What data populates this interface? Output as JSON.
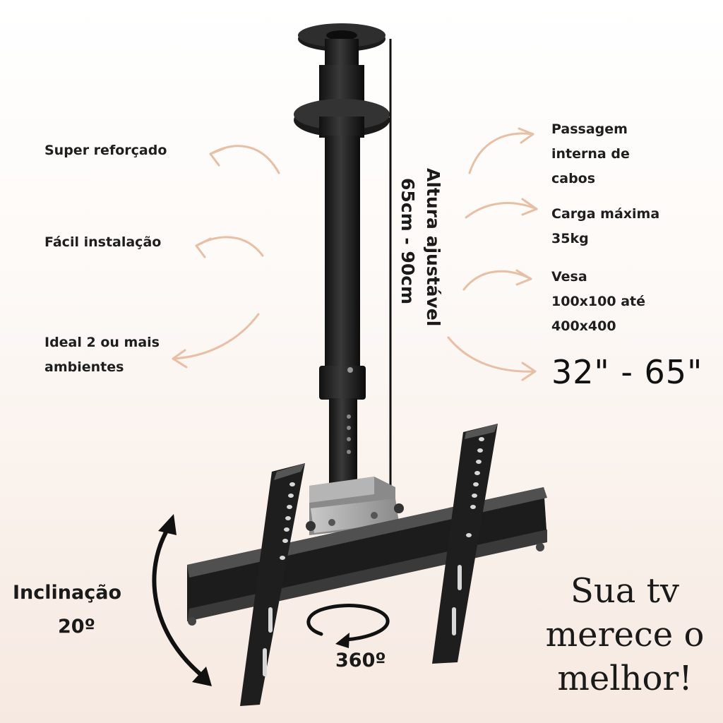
{
  "features_left": {
    "reinforced": "Super reforçado",
    "install": "Fácil instalação",
    "ideal_line1": "Ideal 2 ou mais",
    "ideal_line2": "ambientes"
  },
  "features_right": {
    "cables_line1": "Passagem",
    "cables_line2": "interna de",
    "cables_line3": "cabos",
    "load_line1": "Carga máxima",
    "load_line2": "35kg",
    "vesa_line1": "Vesa",
    "vesa_line2": "100x100 até",
    "vesa_line3": "400x400",
    "size_range": "32\" - 65\""
  },
  "height": {
    "label": "Altura ajustável",
    "range": "65cm - 90cm"
  },
  "tilt": {
    "label": "Inclinação",
    "value": "20º"
  },
  "rotation": {
    "value": "360º"
  },
  "slogan": {
    "line1": "Sua tv",
    "line2": "merece o",
    "line3": "melhor!"
  },
  "colors": {
    "arrow": "#e8bfa5",
    "metal": "#2a2a2a",
    "text": "#1a1a1a"
  }
}
